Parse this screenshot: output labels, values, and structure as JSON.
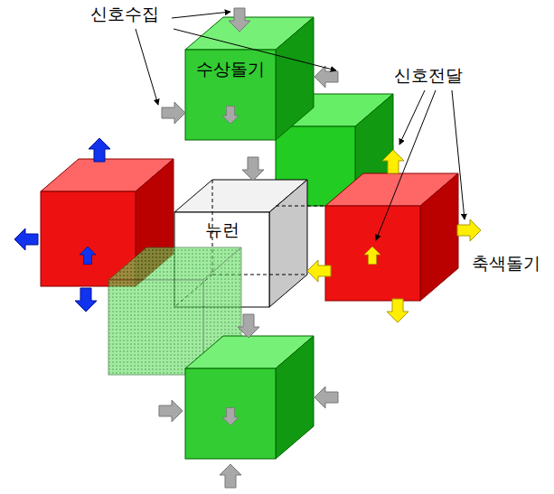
{
  "diagram": {
    "nodes": [
      {
        "text": [
          "수상돌기"
        ]
      },
      {
        "text": [
          "뉴런"
        ]
      }
    ],
    "labels": [
      "신호수집",
      "신호전달",
      "축색돌기"
    ]
  }
}
